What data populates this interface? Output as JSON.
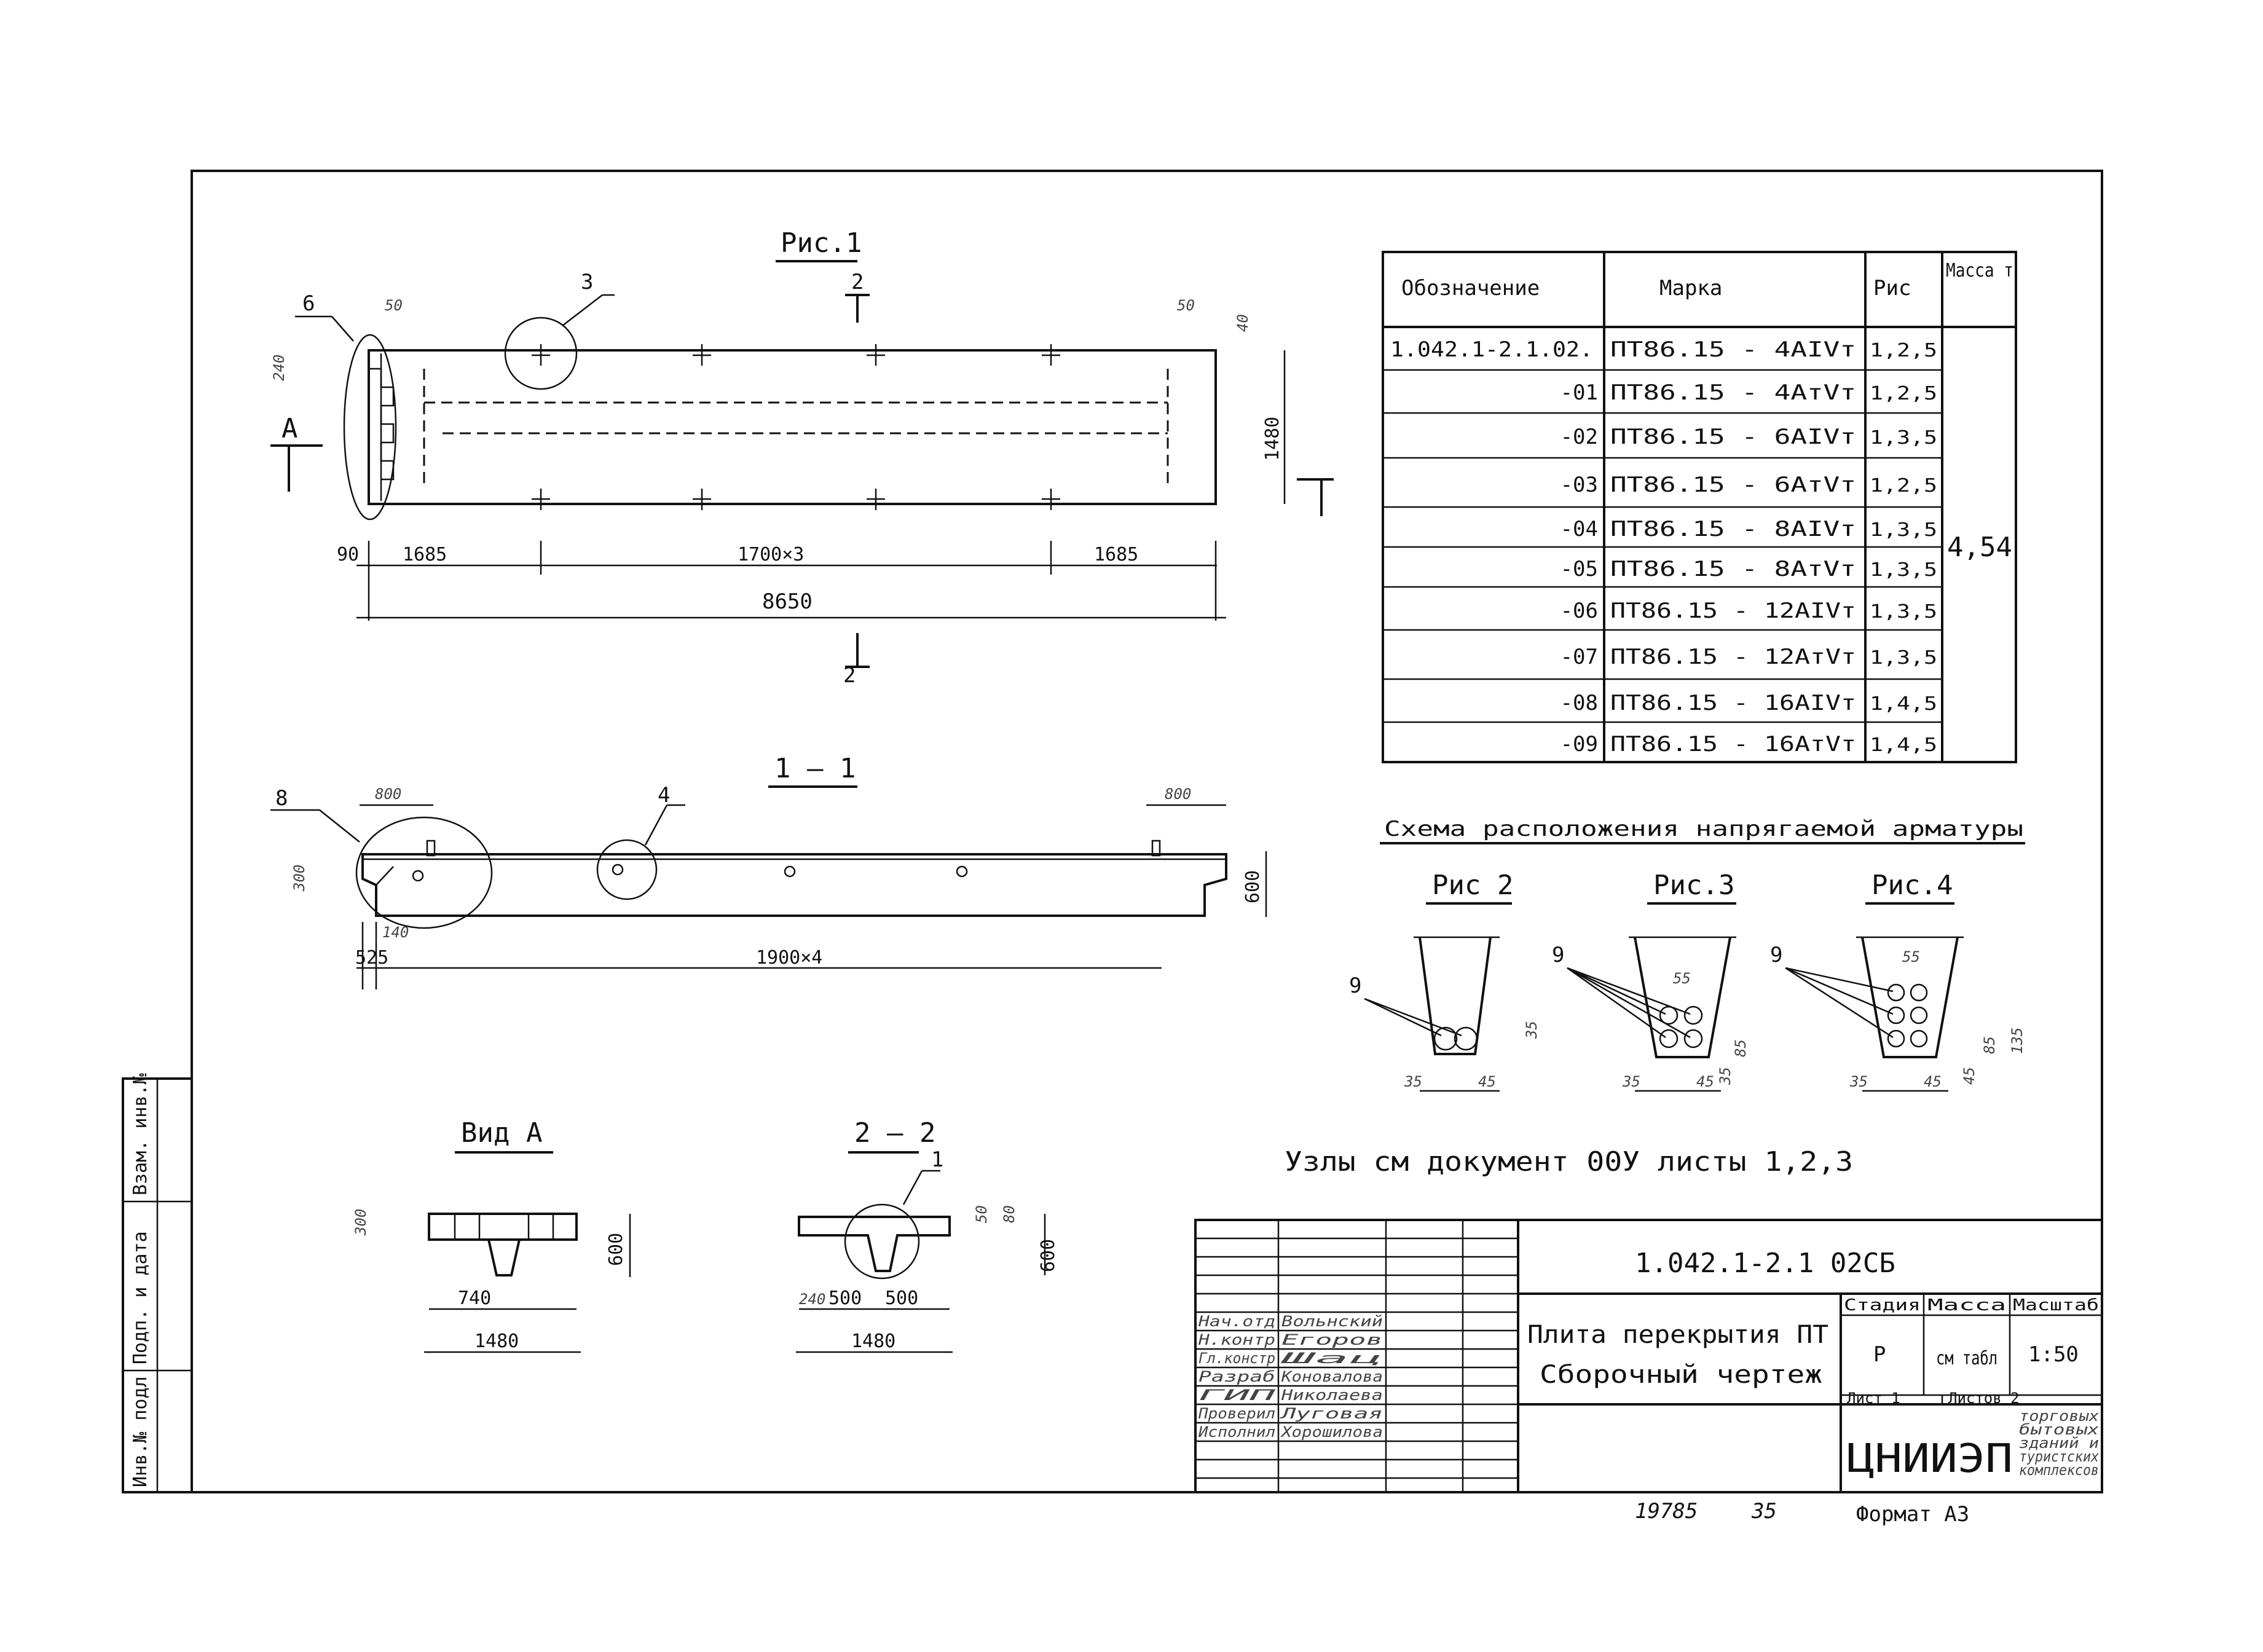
{
  "figures": {
    "fig1_title": "Рис.1",
    "section_11_title": "1 – 1",
    "view_a_title": "Вид А",
    "section_22_title": "2 – 2",
    "scheme_title": "Схема расположения напрягаемой арматуры",
    "fig2_title": "Рис 2",
    "fig3_title": "Рис.3",
    "fig4_title": "Рис.4",
    "nodes_note": "Узлы см документ 00У листы 1,2,3"
  },
  "labels": {
    "b6": "6",
    "b3": "3",
    "b2_top": "2",
    "b2_bottom": "2",
    "bA": "А",
    "b8": "8",
    "b4": "4",
    "b1": "1",
    "b9a": "9",
    "b9b": "9",
    "b9c": "9"
  },
  "dims": {
    "d50": "50",
    "d50r": "50",
    "d240": "240",
    "d40": "40",
    "d1480v": "1480",
    "d90": "90",
    "d1685a": "1685",
    "d1700x3": "1700×3",
    "d1685b": "1685",
    "d8650": "8650",
    "d800a": "800",
    "d800b": "800",
    "d300": "300",
    "d600": "600",
    "d140": "140",
    "d525": "525",
    "d1900x4": "1900×4",
    "va300": "300",
    "va600": "600",
    "va740": "740",
    "va1480": "1480",
    "s50": "50",
    "s80": "80",
    "s600": "600",
    "s240": "240",
    "s500a": "500",
    "s500b": "500",
    "s1480": "1480",
    "f2_35": "35",
    "f2_45": "45",
    "f2_35v": "35",
    "f3_55": "55",
    "f3_85": "85",
    "f3_35v": "35",
    "f3_35": "35",
    "f3_45": "45",
    "f4_55": "55",
    "f4_85": "85",
    "f4_135": "135",
    "f4_45v": "45",
    "f4_35": "35",
    "f4_45": "45"
  },
  "table": {
    "headers": [
      "Обозначение",
      "Марка",
      "Рис",
      "Масса т"
    ],
    "rows": [
      [
        "1.042.1-2.1.02.",
        "ПТ86.15 - 4АIVт",
        "1,2,5"
      ],
      [
        "-01",
        "ПТ86.15 - 4АтVт",
        "1,2,5"
      ],
      [
        "-02",
        "ПТ86.15 - 6АIVт",
        "1,3,5"
      ],
      [
        "-03",
        "ПТ86.15 - 6АтVт",
        "1,2,5"
      ],
      [
        "-04",
        "ПТ86.15 - 8АIVт",
        "1,3,5"
      ],
      [
        "-05",
        "ПТ86.15 - 8АтVт",
        "1,3,5"
      ],
      [
        "-06",
        "ПТ86.15 - 12АIVт",
        "1,3,5"
      ],
      [
        "-07",
        "ПТ86.15 - 12АтVт",
        "1,3,5"
      ],
      [
        "-08",
        "ПТ86.15 - 16АIVт",
        "1,4,5"
      ],
      [
        "-09",
        "ПТ86.15 - 16АтVт",
        "1,4,5"
      ]
    ],
    "mass": "4,54"
  },
  "stamp": {
    "code": "1.042.1-2.1 02СБ",
    "title_line1": "Плита перекрытия ПТ",
    "title_line2": "Сборочный чертеж",
    "stage_header": "Стадия",
    "mass_header": "Масса",
    "scale_header": "Масштаб",
    "stage": "Р",
    "mass_value": "см табл",
    "scale": "1:50",
    "sheet": "Лист 1",
    "sheets": "Листов 2",
    "org": "ЦНИИЭП",
    "org_desc": [
      "торговых",
      "бытовых",
      "зданий и",
      "туристских",
      "комплексов"
    ],
    "people": [
      [
        "Нач.отд",
        "Вольнский"
      ],
      [
        "Н.контр",
        "Егоров"
      ],
      [
        "Гл.констр",
        "Шац"
      ],
      [
        "Разраб",
        "Коновалова"
      ],
      [
        "ГИП",
        "Николаева"
      ],
      [
        "Проверил",
        "Луговая"
      ],
      [
        "Исполнил",
        "Хорошилова"
      ]
    ],
    "side_labels": [
      "Инв.№ подл",
      "Подп. и дата",
      "Взам. инв.№"
    ]
  },
  "footer": {
    "num": "19785",
    "num2": "35",
    "format": "Формат А3"
  }
}
